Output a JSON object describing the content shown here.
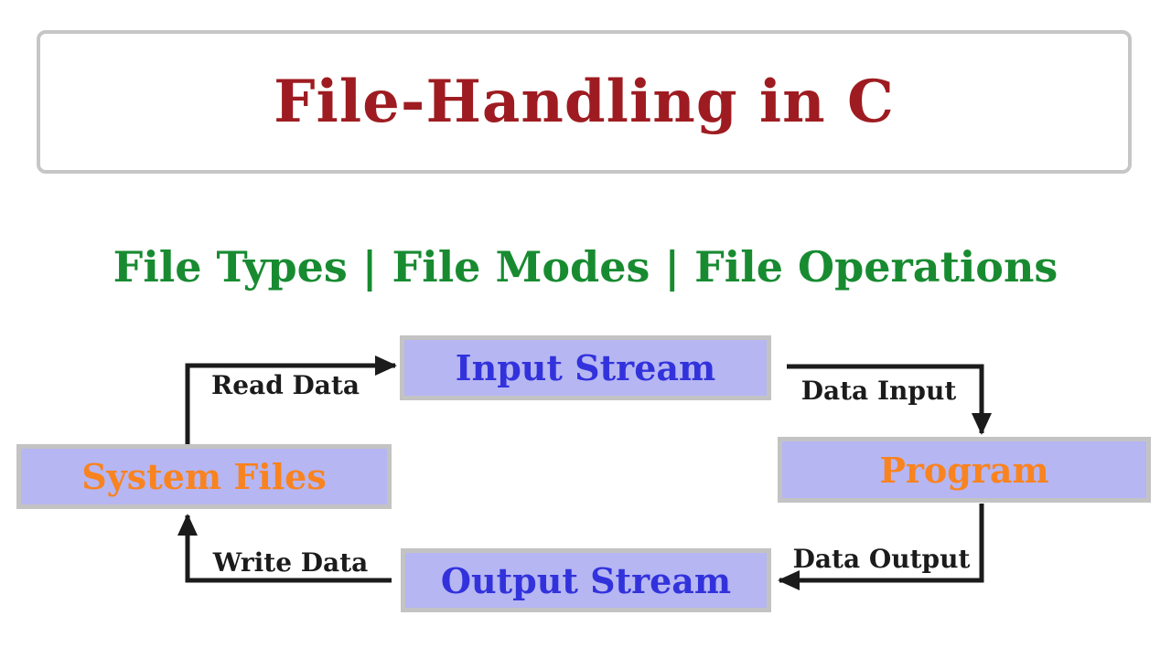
{
  "title": {
    "text": "File-Handling in C"
  },
  "subtitle": {
    "text": "File Types | File Modes | File Operations"
  },
  "diagram": {
    "nodes": [
      {
        "id": "input-stream",
        "label": "Input Stream",
        "text_color": "#3232DC"
      },
      {
        "id": "system-files",
        "label": "System Files",
        "text_color": "#F9831F"
      },
      {
        "id": "program",
        "label": "Program",
        "text_color": "#F9831F"
      },
      {
        "id": "output-stream",
        "label": "Output Stream",
        "text_color": "#3232DC"
      }
    ],
    "edges": [
      {
        "id": "read-data",
        "label": "Read Data",
        "from": "system-files",
        "to": "input-stream"
      },
      {
        "id": "data-input",
        "label": "Data Input",
        "from": "input-stream",
        "to": "program"
      },
      {
        "id": "data-output",
        "label": "Data Output",
        "from": "program",
        "to": "output-stream"
      },
      {
        "id": "write-data",
        "label": "Write Data",
        "from": "output-stream",
        "to": "system-files"
      }
    ]
  },
  "colors": {
    "title_red": "#9E1C21",
    "subtitle_green": "#188B31",
    "node_bg": "#B6B6F3",
    "node_border": "#C3C3C3",
    "blue_text": "#3232DC",
    "orange_text": "#F9831F",
    "arrow_black": "#1B1B1B",
    "title_border": "#C6C6C6",
    "background": "#FFFFFF"
  }
}
